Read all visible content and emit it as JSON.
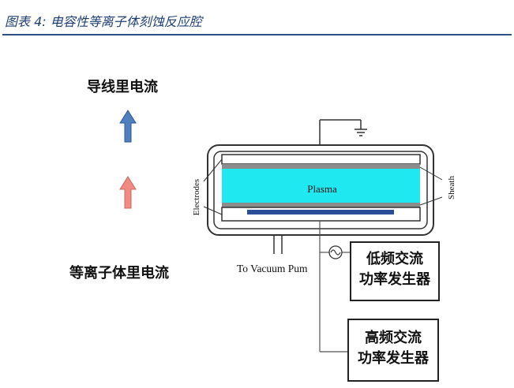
{
  "figure": {
    "title": "图表 4:  电容性等离子体刻蚀反应腔"
  },
  "diagram": {
    "current_in_wire_label": "导线里电流",
    "current_in_plasma_label": "等离子体里电流",
    "plasma_label": "Plasma",
    "electrodes_label": "Electrodes",
    "sheath_label": "Sheath",
    "vacuum_label": "To Vacuum Pum",
    "lf_generator": {
      "line1": "低频交流",
      "line2": "功率发生器"
    },
    "hf_generator": {
      "line1": "高频交流",
      "line2": "功率发生器"
    }
  },
  "colors": {
    "title": "#1f3f73",
    "rule": "#2f4f86",
    "wire_arrow": "#4f7fbf",
    "plasma_arrow": "#f08a82",
    "plasma_fill": "#1fe8f0",
    "sheath": "#8c8c8c",
    "wafer": "#2a4d9a"
  }
}
